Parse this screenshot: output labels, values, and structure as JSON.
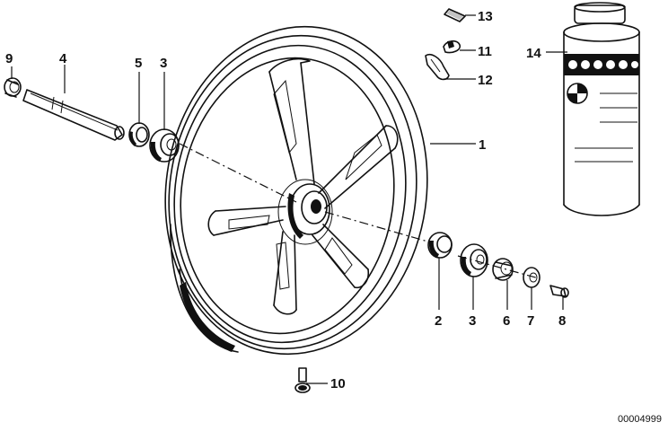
{
  "callouts": [
    {
      "id": "1",
      "part": "wheel-rim"
    },
    {
      "id": "2",
      "part": "hub-bushing-right"
    },
    {
      "id": "3",
      "part": "bearing"
    },
    {
      "id": "4",
      "part": "axle"
    },
    {
      "id": "5",
      "part": "seal-left"
    },
    {
      "id": "6",
      "part": "spacer-sleeve"
    },
    {
      "id": "7",
      "part": "washer"
    },
    {
      "id": "8",
      "part": "screw"
    },
    {
      "id": "9",
      "part": "axle-nut"
    },
    {
      "id": "10",
      "part": "valve"
    },
    {
      "id": "11",
      "part": "balance-clip"
    },
    {
      "id": "12",
      "part": "balance-weight"
    },
    {
      "id": "13",
      "part": "weight-pad"
    },
    {
      "id": "14",
      "part": "paint-spray-can"
    }
  ],
  "reference_code": "00004999"
}
